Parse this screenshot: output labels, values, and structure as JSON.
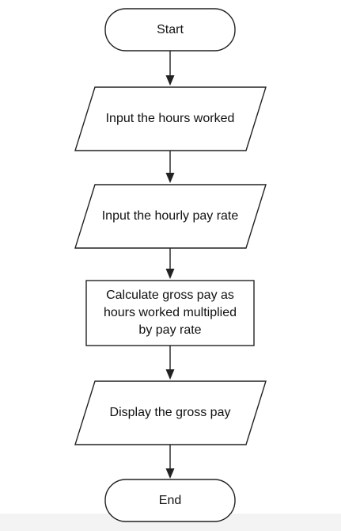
{
  "flowchart": {
    "start": "Start",
    "step1": "Input the hours worked",
    "step2": "Input the hourly pay rate",
    "process": [
      "Calculate gross pay as",
      "hours worked multiplied",
      "by pay rate"
    ],
    "step4": "Display the gross pay",
    "end": "End"
  }
}
